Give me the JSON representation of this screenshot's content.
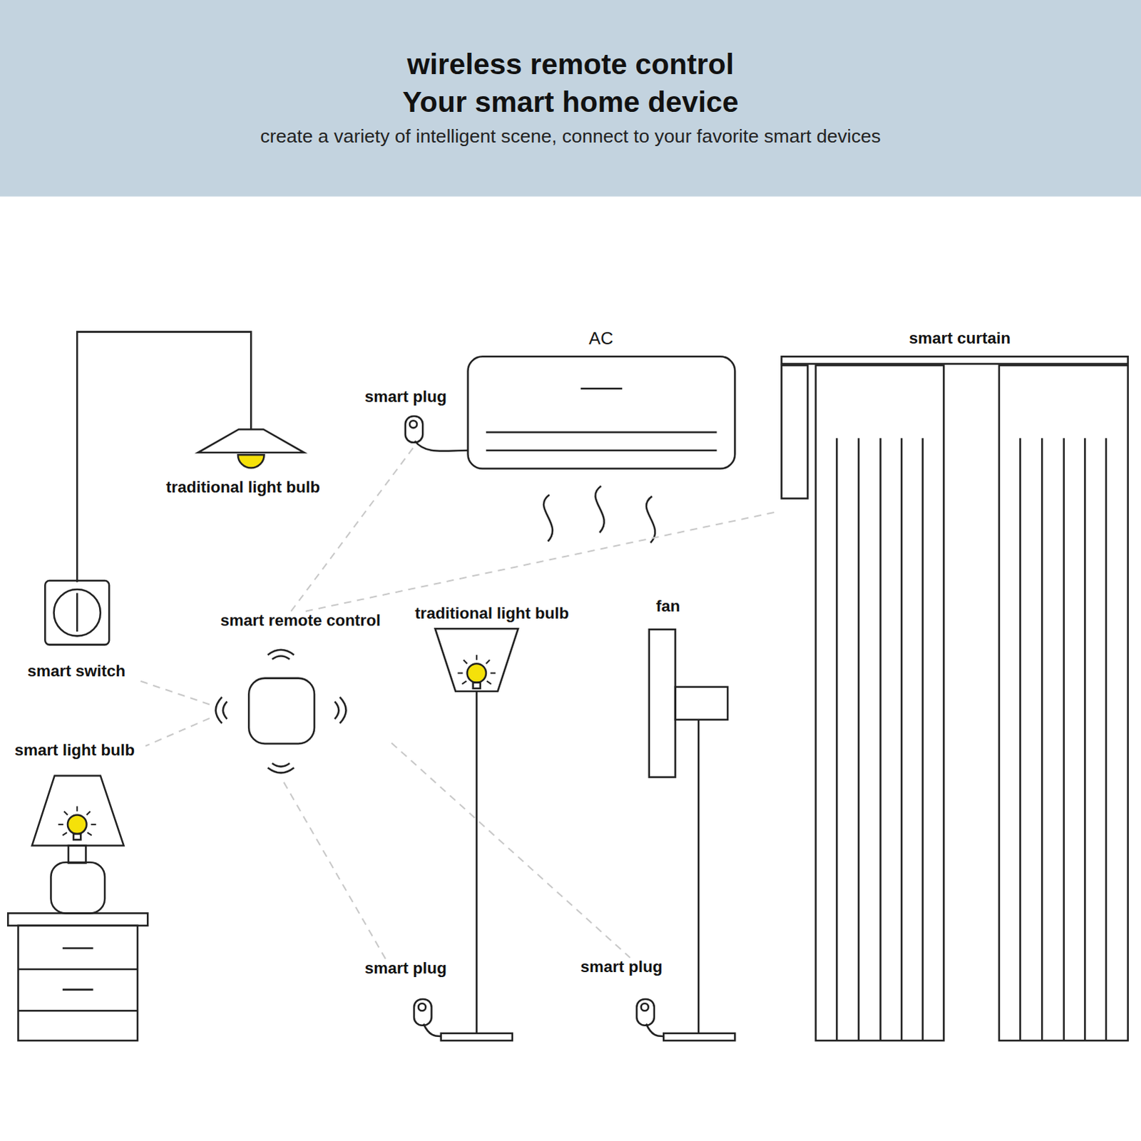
{
  "diagram": {
    "title": "wireless remote control Your smart home device",
    "caption": "create a variety of intelligent scene, connect to your favorite smart devices",
    "nodes": [
      {
        "text": [
          "smart remote control"
        ]
      },
      {
        "text": [
          "smart switch"
        ]
      },
      {
        "text": [
          "smart light bulb"
        ]
      },
      {
        "text": [
          "smart plug"
        ]
      },
      {
        "text": [
          "smart curtain"
        ]
      },
      {
        "text": [
          "smart plug"
        ]
      },
      {
        "text": [
          "smart plug"
        ]
      }
    ],
    "edges": [
      {
        "from": 0,
        "to": 1,
        "arrow": "none"
      },
      {
        "from": 0,
        "to": 2,
        "arrow": "none"
      },
      {
        "from": 0,
        "to": 3,
        "arrow": "none"
      },
      {
        "from": 0,
        "to": 4,
        "arrow": "none"
      },
      {
        "from": 0,
        "to": 5,
        "arrow": "none"
      },
      {
        "from": 0,
        "to": 6,
        "arrow": "none"
      }
    ],
    "labels": [
      "AC",
      "traditional light bulb",
      "traditional light bulb",
      "fan"
    ]
  }
}
